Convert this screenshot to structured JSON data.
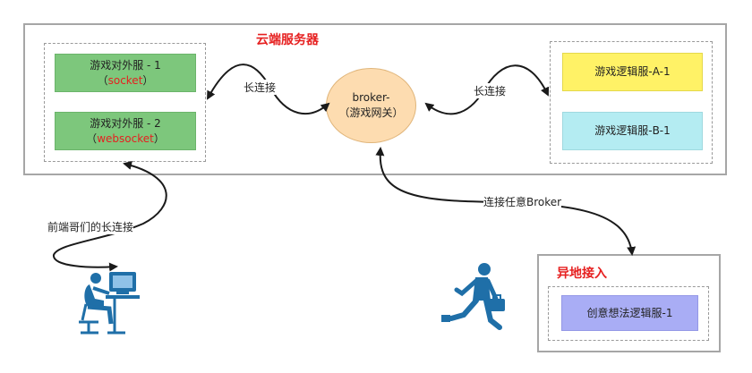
{
  "cloud": {
    "title": "云端服务器"
  },
  "gateways": [
    {
      "name": "游戏对外服 - 1",
      "protocol": "（socket）",
      "protocol_text": "socket"
    },
    {
      "name": "游戏对外服 - 2",
      "protocol": "（websocket）",
      "protocol_text": "websocket"
    }
  ],
  "broker": {
    "line1": "broker-",
    "line2": "（游戏网关）"
  },
  "logic_servers": [
    {
      "name": "游戏逻辑服-A-1"
    },
    {
      "name": "游戏逻辑服-B-1"
    }
  ],
  "labels": {
    "left_link": "长连接",
    "right_link": "长连接",
    "frontend_link": "前端哥们的长连接",
    "any_broker": "连接任意Broker"
  },
  "remote": {
    "title": "异地接入",
    "server": "创意想法逻辑服-1"
  },
  "colors": {
    "gateway": "#7dc77c",
    "logic_a": "#fff266",
    "logic_b": "#b4ecf2",
    "broker": "#fddcb0",
    "remote_server": "#a9adf5",
    "person": "#1f6fa8",
    "accent_red": "#e62020"
  },
  "icons": [
    "computer-user-icon",
    "running-businessman-icon"
  ]
}
